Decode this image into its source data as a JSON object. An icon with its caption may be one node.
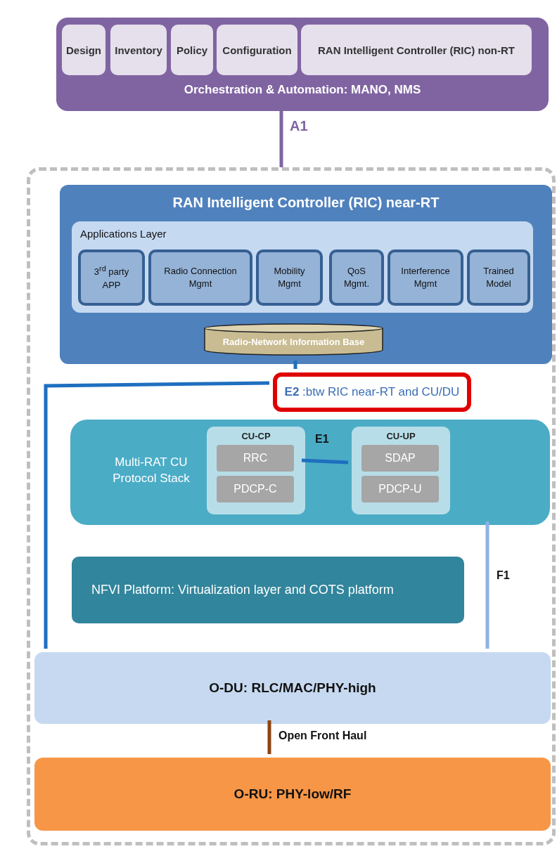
{
  "diagram": {
    "nodes": [
      {
        "text": [
          "Orchestration & Automation: MANO, NMS"
        ]
      },
      {
        "text": [
          "Design"
        ],
        "in": 0
      },
      {
        "text": [
          "Inventory"
        ],
        "in": 0
      },
      {
        "text": [
          "Policy"
        ],
        "in": 0
      },
      {
        "text": [
          "Configuration"
        ],
        "in": 0
      },
      {
        "text": [
          "RAN Intelligent Controller (RIC) non-RT"
        ],
        "in": 0
      },
      {
        "text": [],
        "shape": "box"
      },
      {
        "text": [
          "RAN Intelligent Controller (RIC) near-RT"
        ],
        "in": 6
      },
      {
        "text": [
          "Applications Layer"
        ],
        "in": 7
      },
      {
        "text": [
          "3$^{rd}$ party APP"
        ],
        "in": 8
      },
      {
        "text": [
          "Radio Connection Mgmt"
        ],
        "in": 8
      },
      {
        "text": [
          "Mobility Mgmt"
        ],
        "in": 8
      },
      {
        "text": [
          "QoS Mgmt."
        ],
        "in": 8
      },
      {
        "text": [
          "Interference Mgmt"
        ],
        "in": 8
      },
      {
        "text": [
          "Trained Model"
        ],
        "in": 8
      },
      {
        "text": [
          "Radio-Network Information Base"
        ],
        "in": 7
      },
      {
        "text": [
          "**E2** :btw RIC near-RT and CU/DU"
        ],
        "in": 6
      },
      {
        "text": [
          "Multi-RAT CU Protocol Stack"
        ],
        "in": 6
      },
      {
        "text": [
          "CU-CP"
        ],
        "in": 17
      },
      {
        "text": [
          "RRC"
        ],
        "in": 18
      },
      {
        "text": [
          "PDCP-C"
        ],
        "in": 18
      },
      {
        "text": [
          "CU-UP"
        ],
        "in": 17
      },
      {
        "text": [
          "SDAP"
        ],
        "in": 21
      },
      {
        "text": [
          "PDCP-U"
        ],
        "in": 21
      },
      {
        "text": [
          "NFVI Platform: Virtualization layer and COTS platform"
        ],
        "in": 6
      },
      {
        "text": [
          "O-DU: RLC/MAC/PHY-high"
        ],
        "in": 6
      },
      {
        "text": [
          "O-RU: PHY-low/RF"
        ],
        "in": 6
      }
    ],
    "edges": [
      {
        "from": 0,
        "to": 6,
        "arrow": "none",
        "label": "A1",
        "color": "#8064a2"
      },
      {
        "from": 7,
        "to": 16,
        "arrow": "none",
        "color": "#1f6fbf"
      },
      {
        "from": 16,
        "to": 25,
        "arrow": "none",
        "color": "#1f6fbf"
      },
      {
        "from": 18,
        "to": 21,
        "arrow": "none",
        "label": "E1",
        "color": "#1f6fbf"
      },
      {
        "from": 17,
        "to": 25,
        "arrow": "none",
        "label": "F1",
        "color": "#8db3e2"
      },
      {
        "from": 25,
        "to": 26,
        "arrow": "none",
        "label": "Open Front Haul",
        "color": "#8b4513"
      }
    ]
  }
}
